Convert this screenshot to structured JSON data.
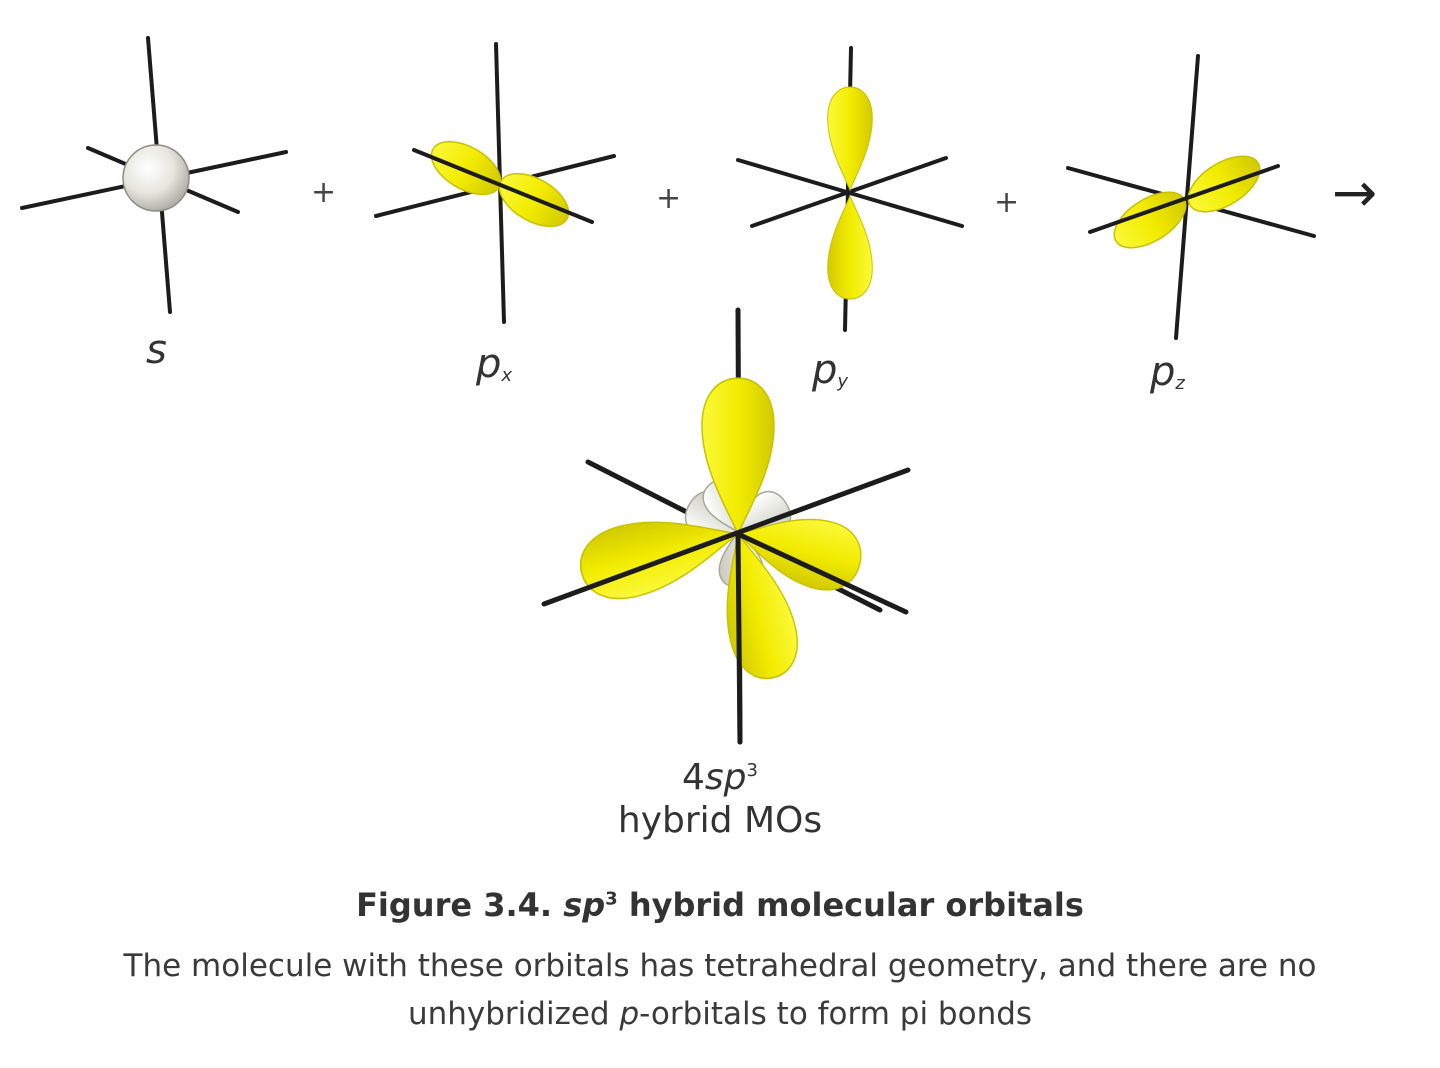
{
  "operators": {
    "plus": "+",
    "arrow": "→"
  },
  "orbitals": {
    "s": {
      "letter": "s",
      "sub": ""
    },
    "px": {
      "letter": "p",
      "sub": "x"
    },
    "py": {
      "letter": "p",
      "sub": "y"
    },
    "pz": {
      "letter": "p",
      "sub": "z"
    }
  },
  "hybrid": {
    "count": "4",
    "letters": "sp",
    "exponent": "3",
    "line2": "hybrid MOs"
  },
  "caption": {
    "prefix": "Figure 3.4.",
    "italic": "sp",
    "exponent": "3",
    "rest": "hybrid molecular orbitals",
    "body_line1": "The molecule with these orbitals has tetrahedral geometry, and there are no",
    "body_line2_pre": "unhybridized",
    "body_line2_italic": "p",
    "body_line2_post": "-orbitals to form pi bonds"
  },
  "colors": {
    "lobe_yellow": "#f5f000",
    "lobe_edge": "#c9c200",
    "white_lobe": "#eeeee6",
    "axis": "#1c1c1c"
  }
}
